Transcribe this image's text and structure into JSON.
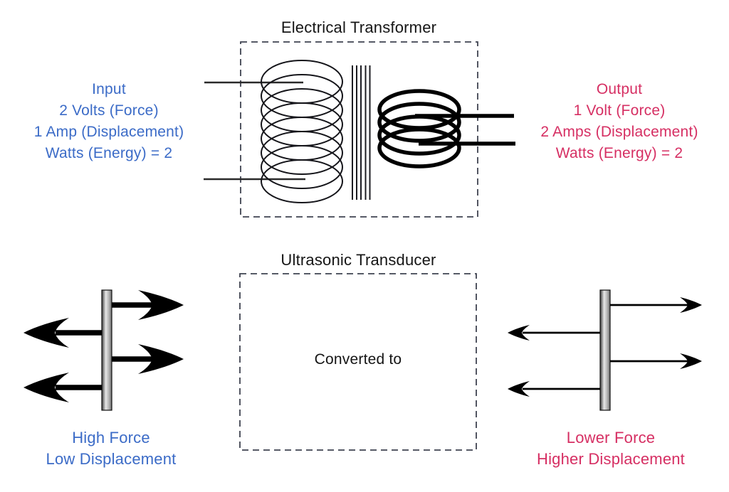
{
  "colors": {
    "input_blue": "#3b6bc7",
    "output_pink": "#d62f63",
    "diagram_ink": "#151515",
    "dashed_border": "#3f4350",
    "plate_gray": "#b8b8b8"
  },
  "transformer": {
    "title": "Electrical Transformer",
    "input": {
      "heading": "Input",
      "line1": "2 Volts (Force)",
      "line2": "1 Amp (Displacement)",
      "line3": "Watts (Energy) = 2"
    },
    "output": {
      "heading": "Output",
      "line1": "1 Volt (Force)",
      "line2": "2 Amps (Displacement)",
      "line3": "Watts (Energy) = 2"
    }
  },
  "transducer": {
    "title": "Ultrasonic Transducer",
    "center_label": "Converted to",
    "left": {
      "line1": "High Force",
      "line2": "Low Displacement"
    },
    "right": {
      "line1": "Lower Force",
      "line2": "Higher Displacement"
    }
  }
}
